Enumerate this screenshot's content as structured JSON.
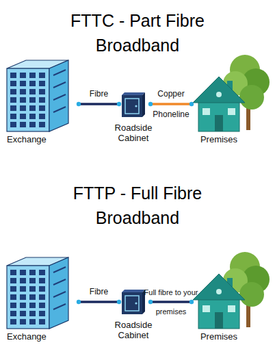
{
  "diagram": {
    "nodes": [
      {
        "text": [
          "Exchange"
        ]
      },
      {
        "text": [
          "Roadside Cabinet"
        ]
      },
      {
        "text": [
          "Premises"
        ]
      },
      {
        "text": [
          "Exchange"
        ]
      },
      {
        "text": [
          "Roadside Cabinet"
        ]
      },
      {
        "text": [
          "Premises"
        ]
      }
    ],
    "edges": [
      {
        "from": 0,
        "to": 1,
        "arrow": "none",
        "label": "Fibre"
      },
      {
        "from": 1,
        "to": 2,
        "arrow": "none",
        "label": "Copper Phoneline"
      },
      {
        "from": 3,
        "to": 4,
        "arrow": "none",
        "label": "Fibre"
      },
      {
        "from": 4,
        "to": 5,
        "arrow": "none",
        "label": "Full fibre to your premises"
      }
    ],
    "labels": [
      "FTTC - Part Fibre Broadband",
      "FTTP - Full Fibre Broadband"
    ]
  }
}
